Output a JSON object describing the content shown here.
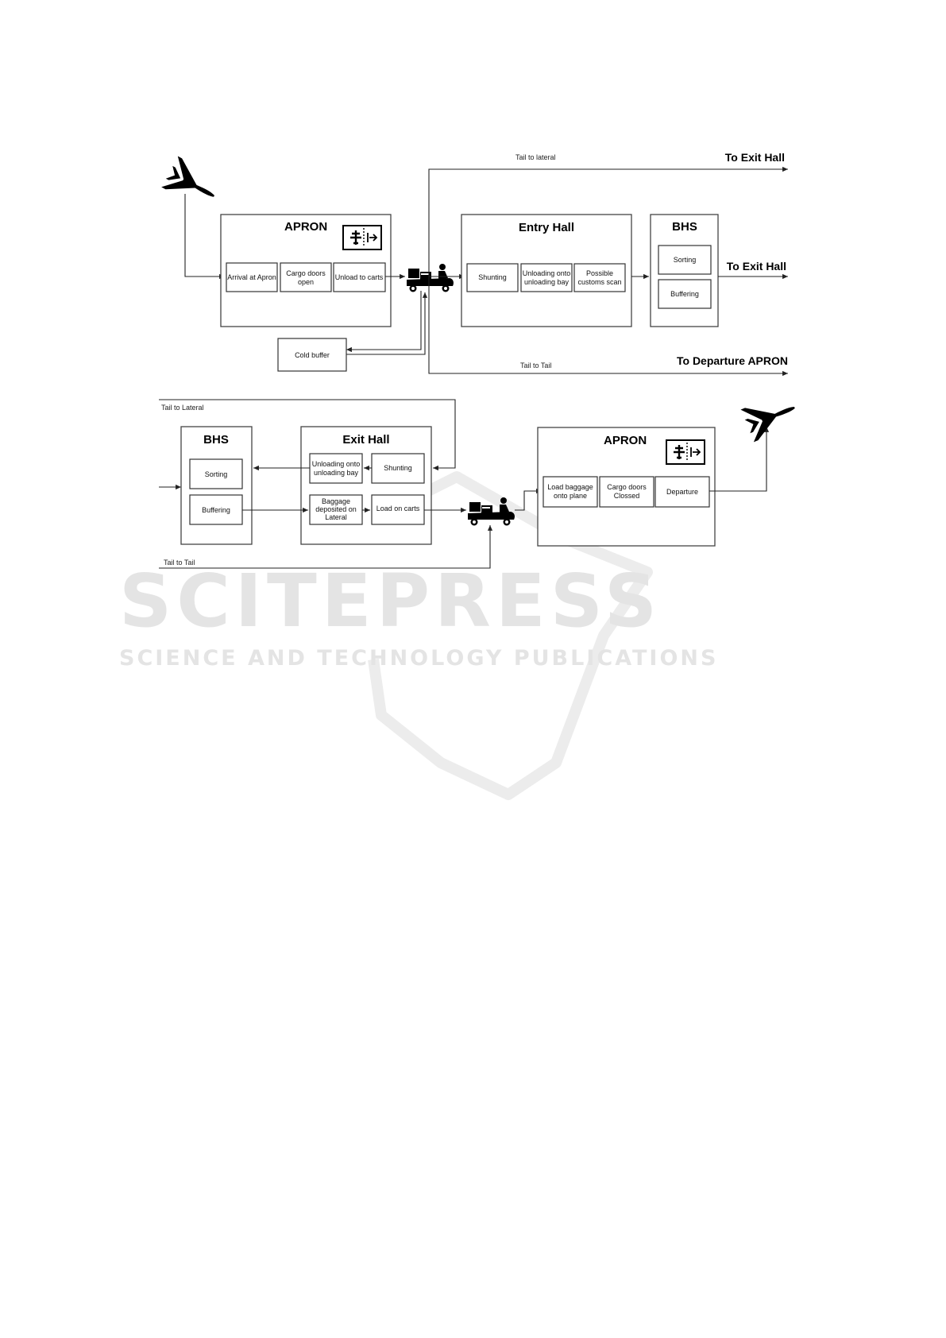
{
  "watermark": {
    "main": "SCITEPRESS",
    "sub": "SCIENCE AND TECHNOLOGY PUBLICATIONS"
  },
  "top": {
    "apron": {
      "title": "APRON",
      "steps": [
        "Arrival at Apron",
        [
          "Cargo doors",
          "open"
        ],
        "Unload to carts"
      ]
    },
    "entry_hall": {
      "title": "Entry Hall",
      "steps": [
        "Shunting",
        [
          "Unloading onto",
          "unloading bay"
        ],
        [
          "Possible",
          "customs scan"
        ]
      ]
    },
    "bhs": {
      "title": "BHS",
      "steps": [
        "Sorting",
        "Buffering"
      ]
    },
    "cold_buffer": "Cold buffer",
    "tail_to_lateral": "Tail to lateral",
    "tail_to_tail": "Tail to Tail",
    "to_exit_hall_1": "To Exit Hall",
    "to_exit_hall_2": "To Exit Hall",
    "to_departure_apron": "To Departure APRON"
  },
  "bottom": {
    "bhs": {
      "title": "BHS",
      "steps": [
        "Sorting",
        "Buffering"
      ]
    },
    "exit_hall": {
      "title": "Exit Hall",
      "unloading": [
        "Unloading onto",
        "unloading bay"
      ],
      "shunting": "Shunting",
      "baggage": [
        "Baggage",
        "deposited on",
        "Lateral"
      ],
      "load_on_carts": "Load on carts"
    },
    "apron": {
      "title": "APRON",
      "steps": [
        [
          "Load baggage",
          "onto plane"
        ],
        [
          "Cargo doors",
          "Clossed"
        ],
        "Departure"
      ]
    },
    "tail_to_lateral": "Tail to Lateral",
    "tail_to_tail": "Tail to Tail"
  },
  "icons": [
    "arrival-plane-icon",
    "departure-plane-icon",
    "gate-icon",
    "baggage-cart-icon"
  ]
}
